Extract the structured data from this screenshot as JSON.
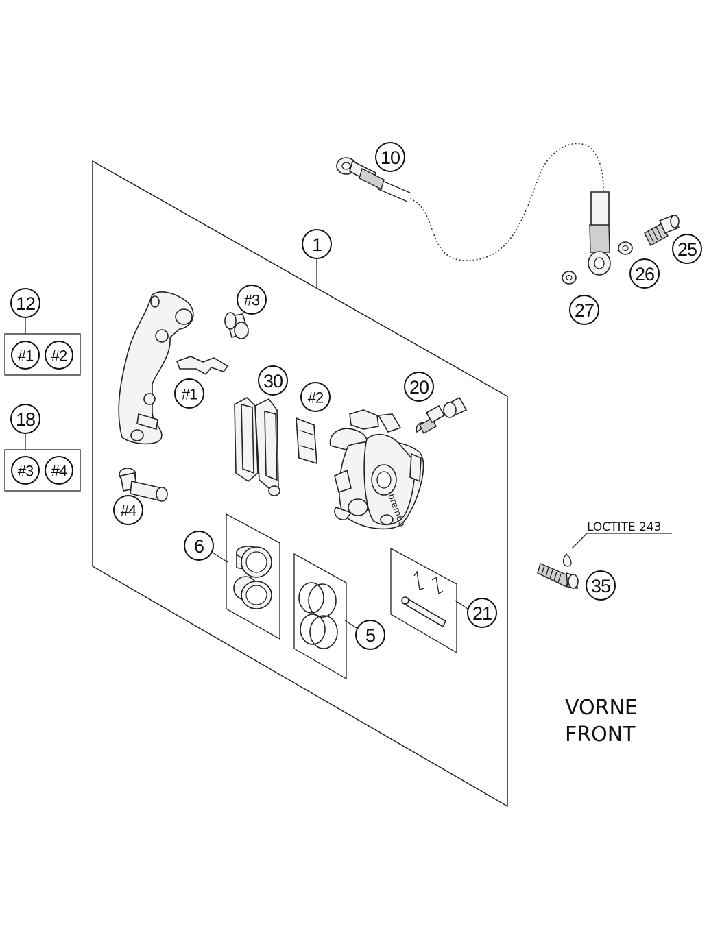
{
  "callouts": {
    "c1": "1",
    "c10": "10",
    "c25": "25",
    "c26": "26",
    "c27": "27",
    "c12": "12",
    "c18": "18",
    "k12_1": "#1",
    "k12_2": "#2",
    "k18_3": "#3",
    "k18_4": "#4",
    "s3": "#3",
    "s1": "#1",
    "s2": "#2",
    "s4": "#4",
    "c30": "30",
    "c20": "20",
    "c6": "6",
    "c5": "5",
    "c21": "21",
    "c35": "35"
  },
  "notes": {
    "loctite": "LOCTITE 243",
    "vorne": "VORNE",
    "front": "FRONT"
  },
  "caliper_brand": "brembo"
}
